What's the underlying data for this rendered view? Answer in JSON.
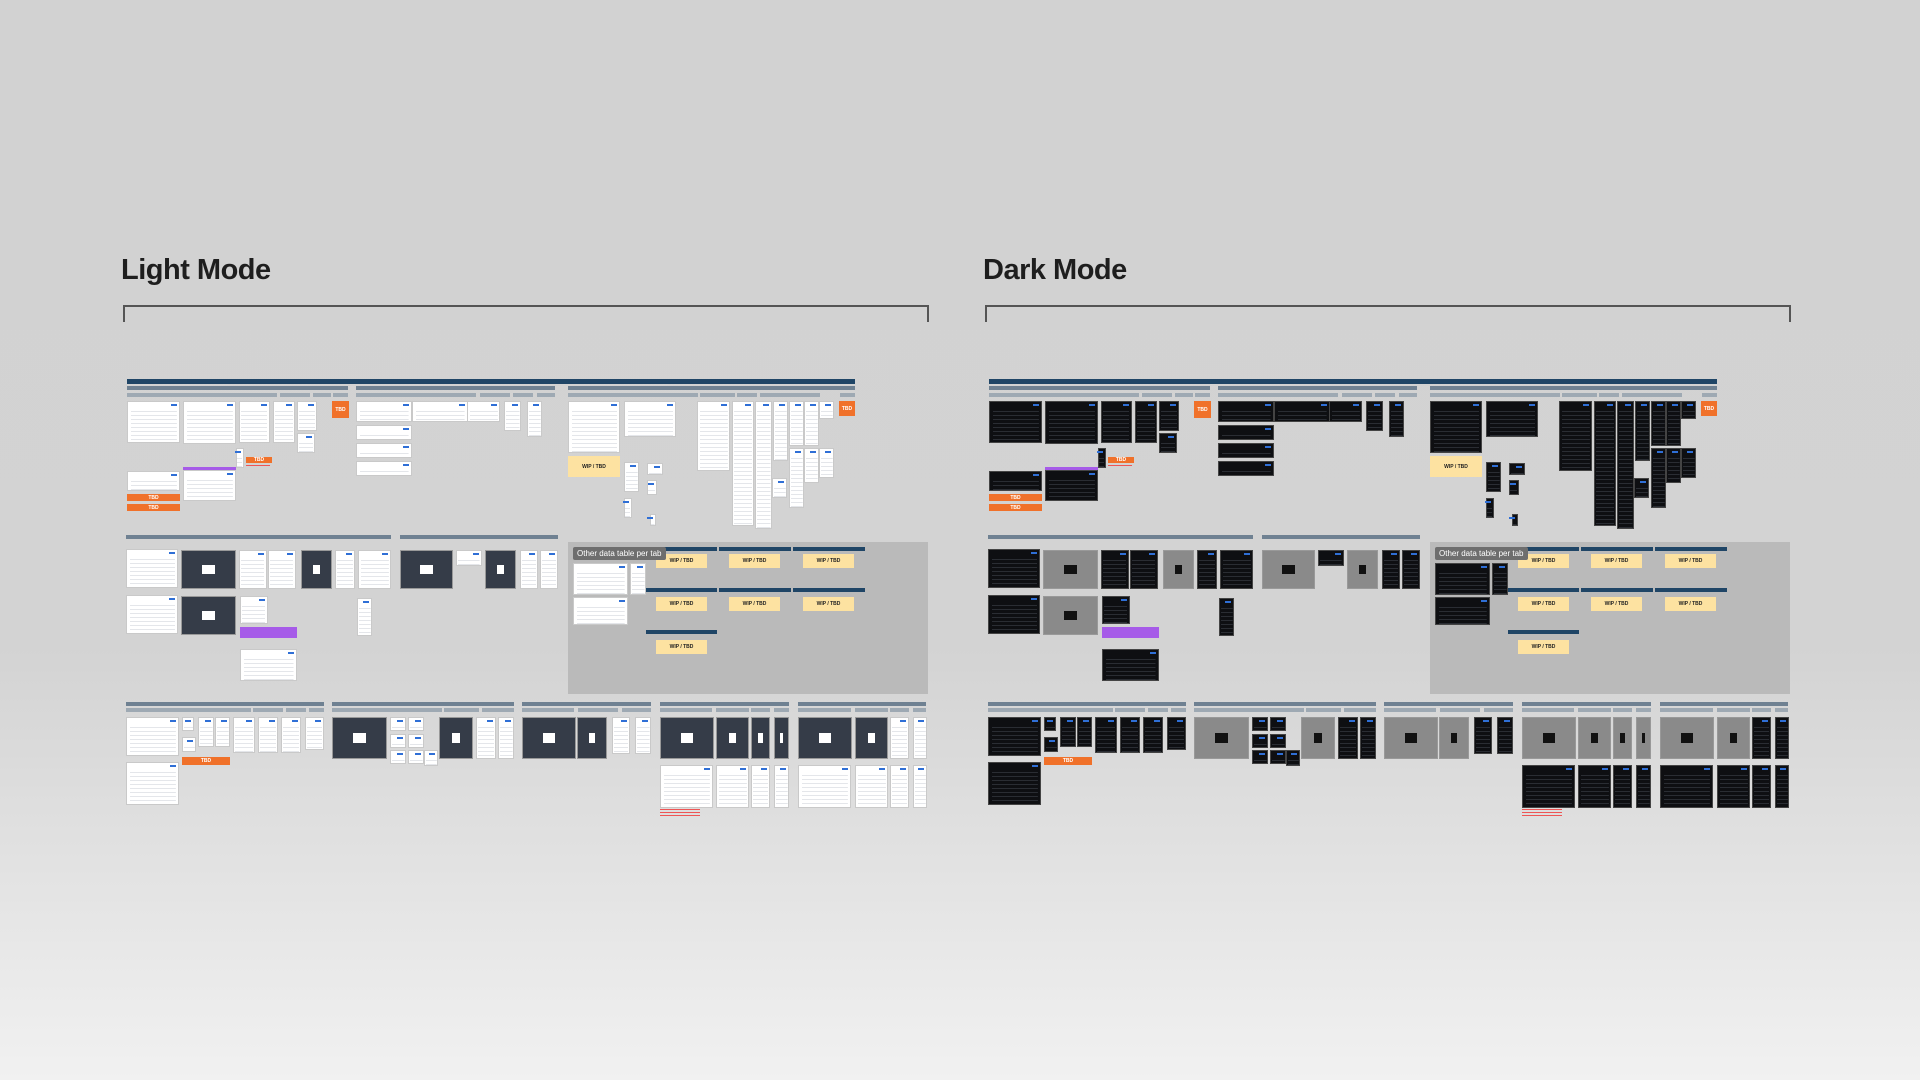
{
  "sections": [
    {
      "title": "Light Mode",
      "theme": "light"
    },
    {
      "title": "Dark Mode",
      "theme": "dark"
    }
  ],
  "labels": {
    "tbd": "TBD",
    "wip": "WIP / TBD",
    "other_tables": "Other data table per tab"
  },
  "colors": {
    "header_bar": "#1f4566",
    "tbd": "#f0712a",
    "wip": "#fde2a1",
    "accent_purple": "#a65be8",
    "accent_blue": "#2f6fd6"
  }
}
